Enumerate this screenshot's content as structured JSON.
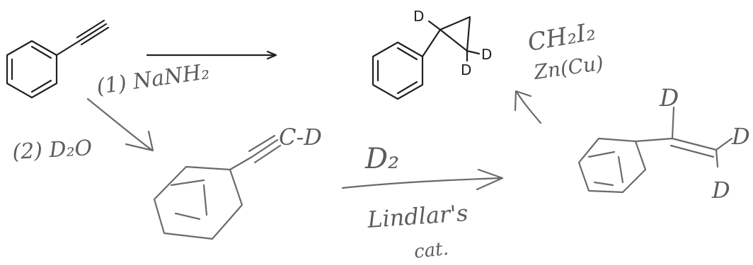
{
  "reaction_scheme": {
    "reagents_step1": {
      "line1": "(1) NaNH₂",
      "line2": "(2) D₂O"
    },
    "reagents_step2": {
      "above": "D₂",
      "below_line1": "Lindlar's",
      "below_line2": "cat."
    },
    "reagents_step3": {
      "line1": "CH₂I₂",
      "line2": "Zn(Cu)"
    },
    "labels": {
      "cyclopropane_d_top": "D",
      "cyclopropane_d_right": "D",
      "cyclopropane_d_bottom": "D",
      "alkyne_terminal": "C-D",
      "alkene_d_top": "D",
      "alkene_d_right": "D",
      "alkene_d_bottom": "D"
    }
  }
}
